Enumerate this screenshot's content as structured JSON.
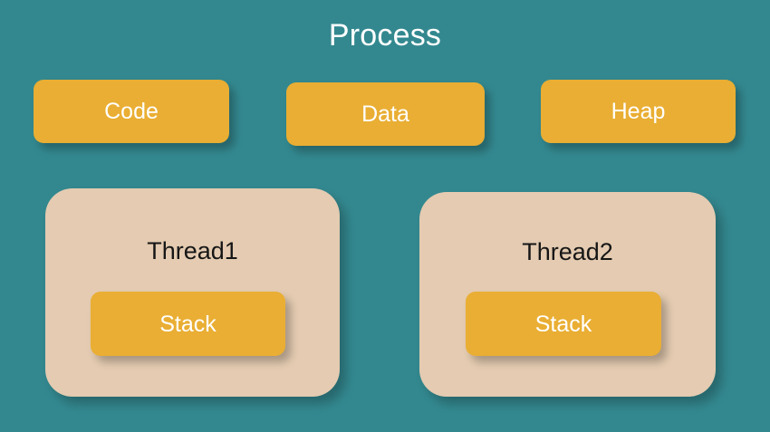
{
  "colors": {
    "background": "#33888f",
    "segment_box": "#e9ae33",
    "thread_panel": "#e4cbb1",
    "segment_text": "#ffffff",
    "thread_text": "#161616",
    "title_text": "#ffffff"
  },
  "diagram": {
    "title": "Process",
    "segments": [
      {
        "label": "Code"
      },
      {
        "label": "Data"
      },
      {
        "label": "Heap"
      }
    ],
    "threads": [
      {
        "title": "Thread1",
        "stack_label": "Stack"
      },
      {
        "title": "Thread2",
        "stack_label": "Stack"
      }
    ]
  }
}
